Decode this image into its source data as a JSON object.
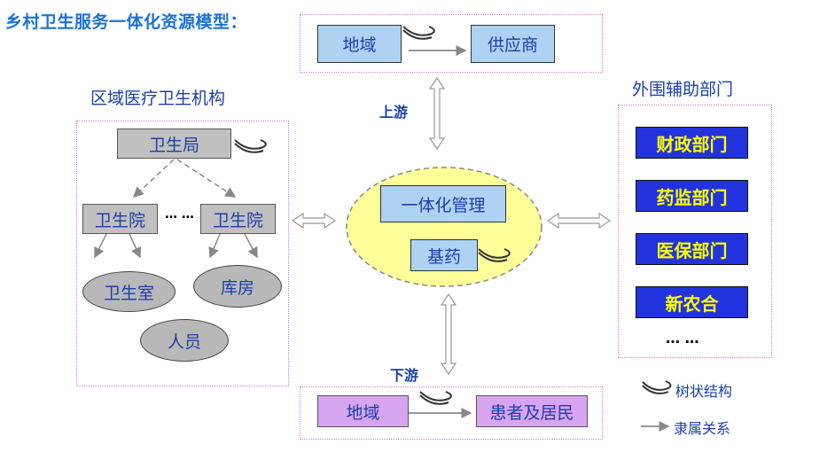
{
  "title": "乡村卫生服务一体化资源模型：",
  "upstream": {
    "label": "上游",
    "left_box": "地域",
    "right_box": "供应商"
  },
  "downstream": {
    "label": "下游",
    "left_box": "地域",
    "right_box": "患者及居民"
  },
  "regional": {
    "heading": "区域医疗卫生机构",
    "bureau": "卫生局",
    "hospital_left": "卫生院",
    "ellipsis": "…  …",
    "hospital_right": "卫生院",
    "clinic": "卫生室",
    "warehouse": "库房",
    "staff": "人员"
  },
  "center": {
    "management": "一体化管理",
    "medicine": "基药"
  },
  "external": {
    "heading": "外围辅助部门",
    "departments": [
      "财政部门",
      "药监部门",
      "医保部门",
      "新农合"
    ],
    "more": "… …"
  },
  "legend": {
    "tree": "树状结构",
    "subordinate": "隶属关系"
  }
}
